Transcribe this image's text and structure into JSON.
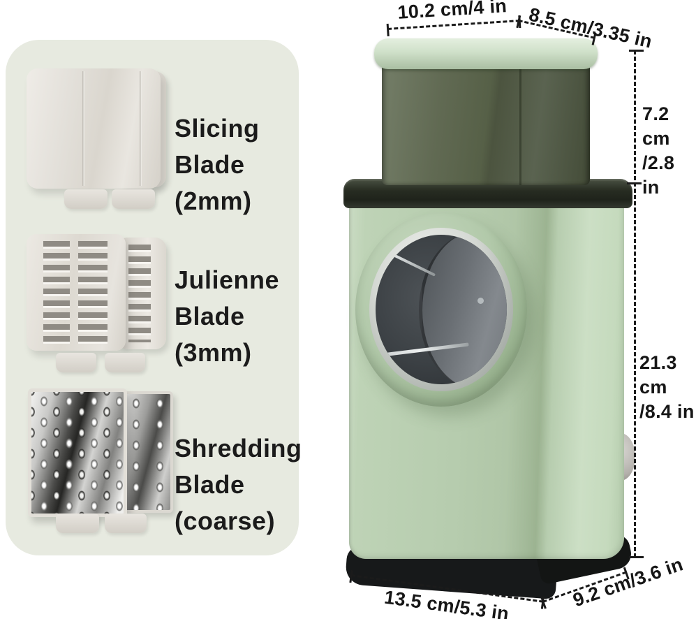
{
  "panel": {
    "blades": [
      {
        "id": "slicing",
        "label": "Slicing\nBlade\n(2mm)"
      },
      {
        "id": "julienne",
        "label": "Julienne\nBlade\n(3mm)"
      },
      {
        "id": "shredding",
        "label": "Shredding\nBlade\n(coarse)"
      }
    ]
  },
  "dimensions": {
    "top_width": "10.2 cm/4 in",
    "top_depth": "8.5 cm/3.35 in",
    "hopper_height": "7.2 cm\n/2.8 in",
    "body_height": "21.3 cm\n/8.4 in",
    "bottom_width": "13.5 cm/5.3 in",
    "bottom_depth": "9.2 cm/3.6 in"
  },
  "colors": {
    "panel_bg": "#e7eae0",
    "body_green": "#b6ccae",
    "ring_green": "#a2b998",
    "hopper_olive": "#566047",
    "hopper_rim": "#cfe0c9",
    "band_dark": "#272c22",
    "base_black": "#17191a",
    "chrome": "#c8c8c6",
    "text": "#161616"
  }
}
